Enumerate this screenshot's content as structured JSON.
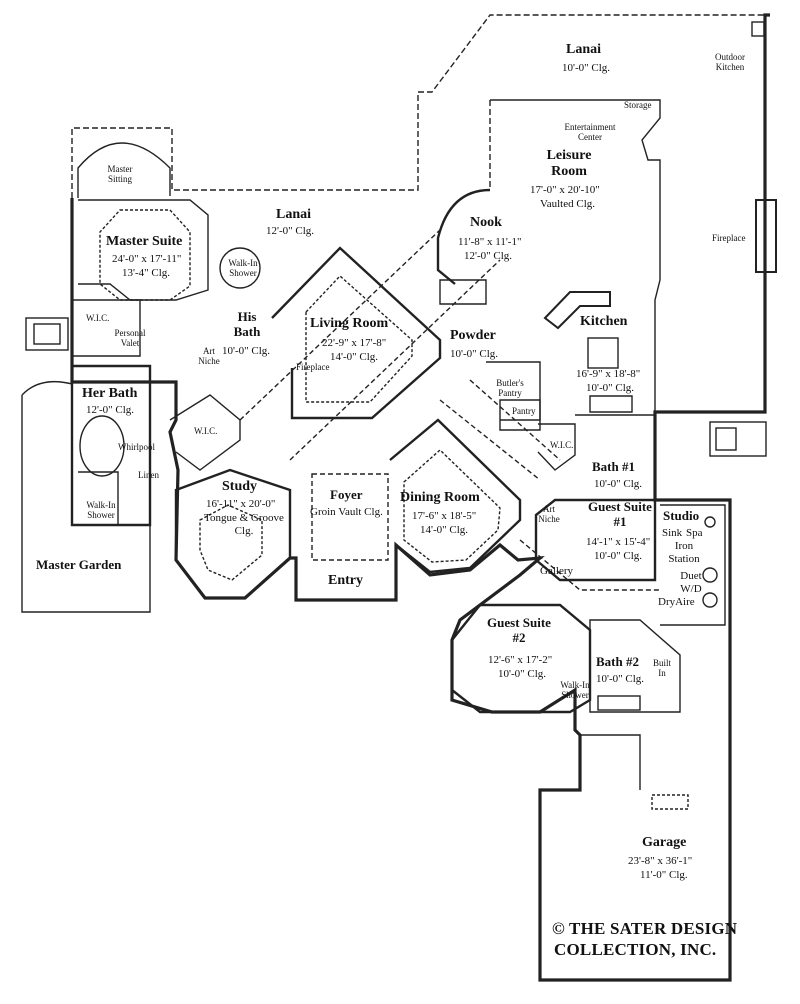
{
  "lanai_top": {
    "name": "Lanai",
    "clg": "10'-0\" Clg."
  },
  "outdoor_kitchen": "Outdoor Kitchen",
  "storage": "Storage",
  "entertainment_center": "Entertainment Center",
  "leisure_room": {
    "name": "Leisure Room",
    "size": "17'-0\" x 20'-10\"",
    "clg": "Vaulted Clg."
  },
  "fireplace_right": "Fireplace",
  "master_sitting": "Master Sitting",
  "lanai_mid": {
    "name": "Lanai",
    "clg": "12'-0\" Clg."
  },
  "master_suite": {
    "name": "Master Suite",
    "size": "24'-0\" x 17'-11\"",
    "clg": "13'-4\" Clg."
  },
  "walk_in_shower_top": "Walk-In Shower",
  "nook": {
    "name": "Nook",
    "size": "11'-8\" x 11'-1\"",
    "clg": "12'-0\" Clg."
  },
  "his_bath": {
    "name": "His Bath",
    "clg": "10'-0\" Clg."
  },
  "living_room": {
    "name": "Living Room",
    "size": "22'-9\" x 17'-8\"",
    "clg": "14'-0\" Clg."
  },
  "fireplace_living": "Fireplace",
  "art_niche_left": "Art Niche",
  "wic_master": "W.I.C.",
  "personal_valet": "Personal Valet",
  "powder": {
    "name": "Powder",
    "clg": "10'-0\" Clg."
  },
  "kitchen": {
    "name": "Kitchen",
    "size": "16'-9\" x 18'-8\"",
    "clg": "10'-0\" Clg."
  },
  "butlers_pantry": "Butler's Pantry",
  "pantry": "Pantry",
  "her_bath": {
    "name": "Her Bath",
    "clg": "12'-0\" Clg."
  },
  "whirlpool": "Whirlpool",
  "wic_mid": "W.I.C.",
  "wic_right": "W.I.C.",
  "bath1": {
    "name": "Bath #1",
    "clg": "10'-0\" Clg."
  },
  "linen": "Linen",
  "walk_in_shower_her": "Walk-In Shower",
  "study": {
    "name": "Study",
    "size": "16'-11\" x 20'-0\"",
    "clg": "Tongue & Groove Clg."
  },
  "foyer": {
    "name": "Foyer",
    "clg": "Groin Vault Clg."
  },
  "dining_room": {
    "name": "Dining Room",
    "size": "17'-6\" x 18'-5\"",
    "clg": "14'-0\" Clg."
  },
  "art_niche_right": "Art Niche",
  "guest_suite1": {
    "name": "Guest Suite #1",
    "size": "14'-1\" x 15'-4\"",
    "clg": "10'-0\" Clg."
  },
  "studio": {
    "name": "Studio",
    "items": [
      "Sink",
      "Spa",
      "Iron Station",
      "Duet W/D",
      "DryAire"
    ]
  },
  "master_garden": "Master Garden",
  "entry": "Entry",
  "gallery": "Gallery",
  "guest_suite2": {
    "name": "Guest Suite #2",
    "size": "12'-6\" x 17'-2\"",
    "clg": "10'-0\" Clg."
  },
  "bath2": {
    "name": "Bath #2",
    "clg": "10'-0\" Clg."
  },
  "built_in": "Built In",
  "walk_in_shower_g2": "Walk-In Shower",
  "garage": {
    "name": "Garage",
    "size": "23'-8\" x 36'-1\"",
    "clg": "11'-0\" Clg."
  },
  "copyright": [
    "© THE SATER DESIGN",
    "COLLECTION, INC."
  ]
}
